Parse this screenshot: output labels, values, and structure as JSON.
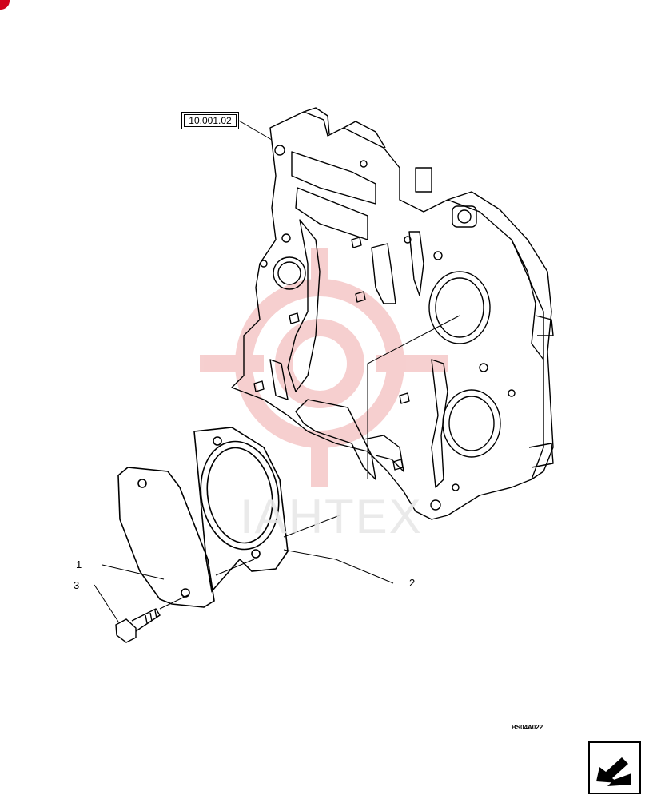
{
  "reference": "10.001.02",
  "callouts": {
    "c1": "1",
    "c2": "2",
    "c3": "3"
  },
  "drawing_code": "BS04A022",
  "watermark": "IAHTEX",
  "colors": {
    "line": "#000000",
    "watermark": "#f0b5b5",
    "badge": "#d0021b"
  },
  "icons": {
    "nav": "next-page-arrow-icon"
  }
}
